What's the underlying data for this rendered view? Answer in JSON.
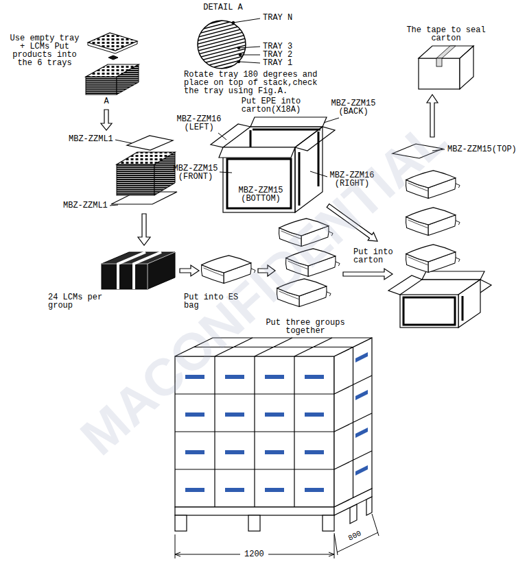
{
  "diagram": {
    "labels": [
      "DETAIL A",
      "TRAY N",
      "The tape to seal carton",
      "Use empty tray + LCMs Put products into the 6 trays",
      "TRAY 3",
      "TRAY 2",
      "TRAY 1",
      "Rotate tray 180 degrees and place on top of stack,check the tray using Fig.A.",
      "A",
      "Put EPE into carton(X18A)",
      "MBZ-ZZM15 (BACK)",
      "MBZ-ZZM16 (LEFT)",
      "MBZ-ZZML1",
      "MBZ-ZZM15(TOP)",
      "MBZ-ZZM15 (FRONT)",
      "MBZ-ZZM16 (RIGHT)",
      "MBZ-ZZM15 (BOTTOM)",
      "MBZ-ZZML1",
      "Put into carton",
      "24 LCMs per group",
      "Put into ES bag",
      "Put three groups together",
      "1200",
      "800",
      "MACONFIDENTIAL"
    ]
  }
}
